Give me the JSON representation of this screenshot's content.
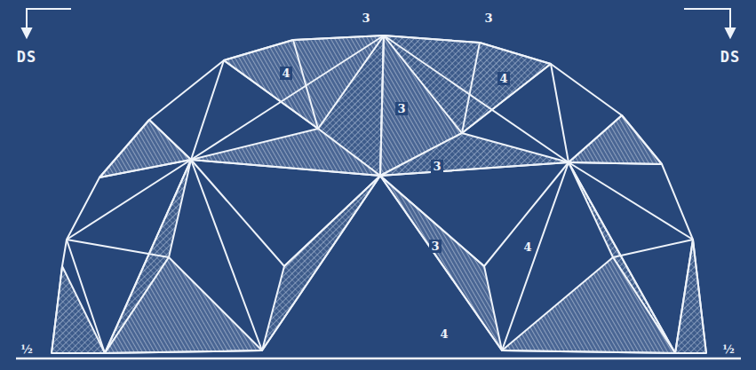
{
  "diagram": {
    "labels": [
      "DS",
      "DS",
      "3",
      "3",
      "4",
      "4",
      "3",
      "3",
      "3",
      "4",
      "4",
      "½",
      "½"
    ]
  }
}
